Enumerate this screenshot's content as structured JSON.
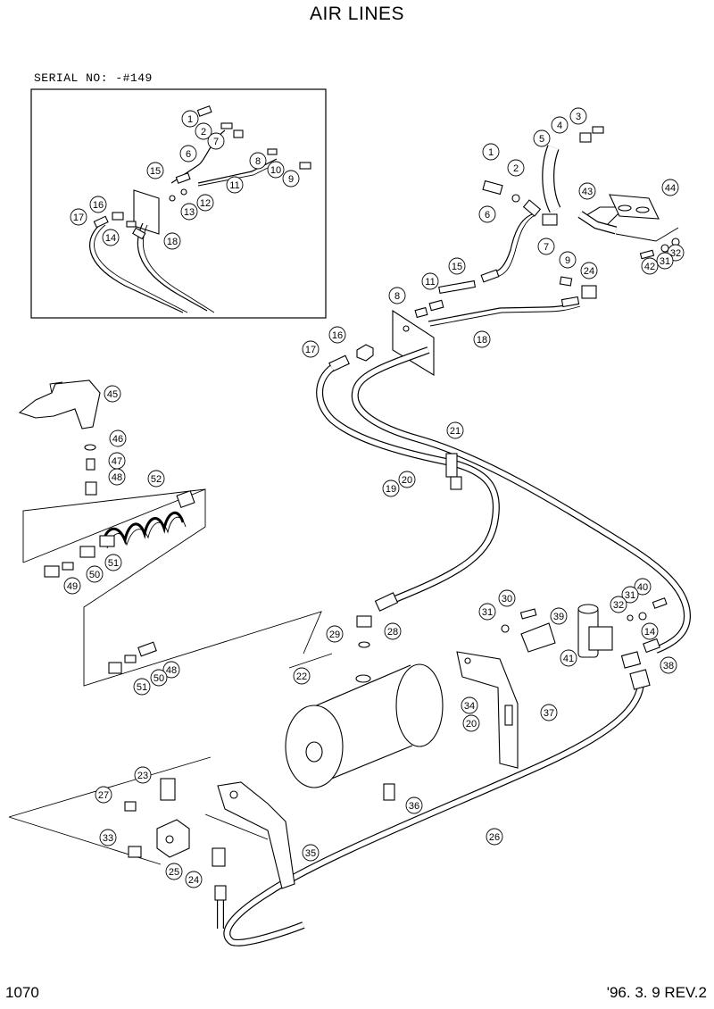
{
  "title": "AIR LINES",
  "serial_no": "SERIAL NO: -#149",
  "page_number": "1070",
  "revision": "'96. 3. 9  REV.2",
  "callouts": {
    "inset": [
      "1",
      "2",
      "7",
      "6",
      "8",
      "10",
      "9",
      "15",
      "11",
      "12",
      "13",
      "16",
      "17",
      "14",
      "18"
    ],
    "main": [
      "1",
      "2",
      "3",
      "5",
      "4",
      "43",
      "44",
      "6",
      "7",
      "9",
      "24",
      "15",
      "11",
      "8",
      "16",
      "17",
      "18",
      "32",
      "31",
      "42",
      "45",
      "46",
      "47",
      "48",
      "52",
      "51",
      "50",
      "49",
      "48",
      "50",
      "51",
      "21",
      "20",
      "19",
      "30",
      "31",
      "40",
      "31",
      "32",
      "39",
      "14",
      "41",
      "38",
      "29",
      "28",
      "22",
      "37",
      "34",
      "20",
      "23",
      "27",
      "36",
      "33",
      "25",
      "24",
      "35",
      "26"
    ]
  }
}
